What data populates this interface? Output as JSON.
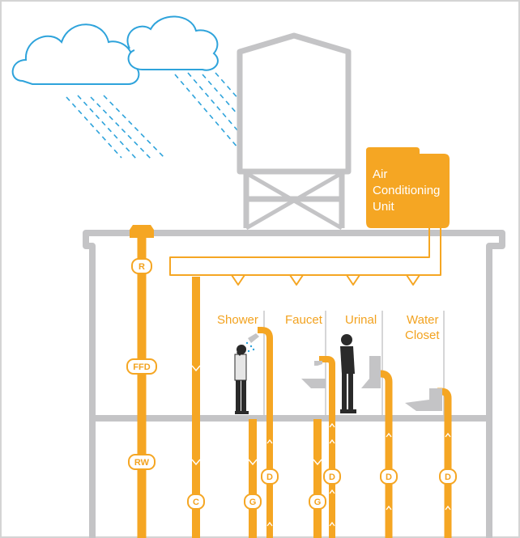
{
  "colors": {
    "frame": "#d4d4d4",
    "building": "#c4c4c6",
    "pipe": "#f5a623",
    "cloud": "#2ea3db",
    "rain": "#2ea3db",
    "person": "#2a2a2a"
  },
  "ac_unit": {
    "line1": "Air",
    "line2": "Conditioning",
    "line3": "Unit"
  },
  "fixtures": {
    "shower": "Shower",
    "faucet": "Faucet",
    "urinal": "Urinal",
    "water_closet_1": "Water",
    "water_closet_2": "Closet"
  },
  "badges": {
    "r": "R",
    "ffd": "FFD",
    "rw": "RW",
    "c": "C",
    "g1": "G",
    "g2": "G",
    "d1": "D",
    "d2": "D",
    "d3": "D",
    "d4": "D"
  },
  "icons": [
    "cloud-icon",
    "rain-icon",
    "water-tower-icon",
    "person-icon",
    "shower-head-icon",
    "sink-icon",
    "urinal-icon",
    "toilet-icon"
  ]
}
